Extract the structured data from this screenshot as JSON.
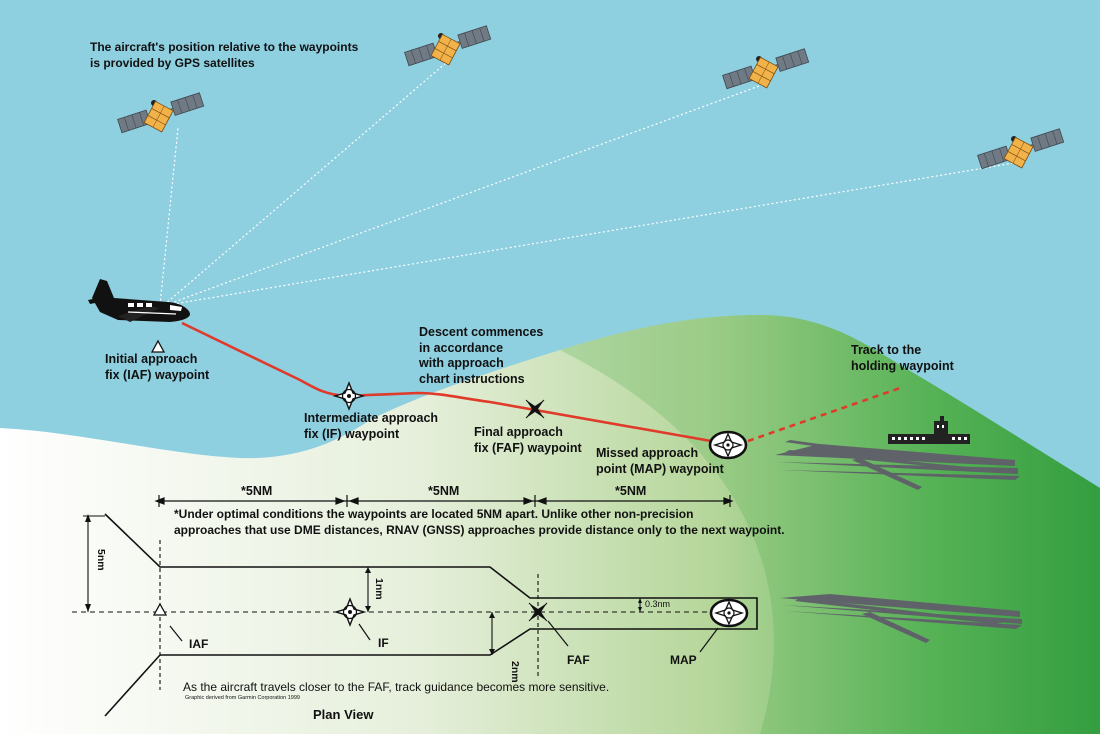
{
  "caption_gps": "The aircraft's position relative to the waypoints\nis provided by GPS satellites",
  "iaf_label": "Initial approach\nfix (IAF) waypoint",
  "if_label": "Intermediate approach\nfix (IF) waypoint",
  "faf_label": "Final approach\nfix (FAF) waypoint",
  "map_label": "Missed approach\npoint (MAP) waypoint",
  "descent_note": "Descent commences\nin accordance\nwith approach\nchart instructions",
  "holding_note": "Track to the\nholding waypoint",
  "distance_labels": [
    "*5NM",
    "*5NM",
    "*5NM"
  ],
  "footnote": "*Under optimal conditions the waypoints are located 5NM apart. Unlike other non-precision\napproaches that use DME distances, RNAV (GNSS) approaches provide distance only to the next waypoint.",
  "plan_labels": {
    "iaf": "IAF",
    "if": "IF",
    "faf": "FAF",
    "map": "MAP"
  },
  "dim_labels": {
    "outer": "5nm",
    "inner": "1nm",
    "faf_half": "2nm",
    "map_half": "0.3nm"
  },
  "plan_note": "As the aircraft travels closer to the FAF, track guidance becomes more sensitive.",
  "credit": "Graphic derived from Garmin Corporation 1999",
  "plan_title": "Plan View",
  "colors": {
    "sky": "#8ecfe0",
    "grass_light": "#d9e9c8",
    "grass_dark": "#2e9a3e",
    "track": "#e03a2a",
    "signal": "#ffffff",
    "satellite_body": "#f2b24a",
    "panel": "#6b7680"
  },
  "icons": [
    "satellite-icon",
    "aircraft-icon",
    "triangle-waypoint-icon",
    "flyover-waypoint-icon",
    "maltese-cross-icon",
    "map-waypoint-icon",
    "runway-icon",
    "buildings-icon"
  ]
}
